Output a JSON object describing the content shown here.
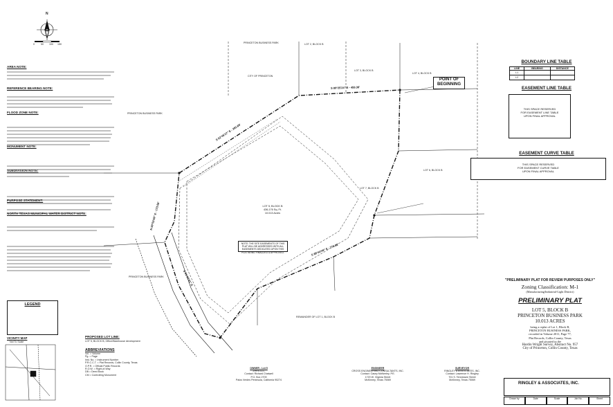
{
  "north_arrow": {
    "label": "N",
    "scale_labels": [
      "0",
      "50",
      "100",
      "150"
    ]
  },
  "notes": {
    "area_note": {
      "title": "AREA NOTE:"
    },
    "reference_bearing": {
      "title": "REFERENCE BEARING NOTE:"
    },
    "flood_zone": {
      "title": "FLOOD ZONE NOTE:"
    },
    "monument": {
      "title": "MONUMENT NOTE:"
    },
    "subdivision": {
      "title": "SUBDIVISION NOTE:"
    },
    "purpose": {
      "title": "PURPOSE STATEMENT:"
    },
    "ntmwd": {
      "title": "NORTH TEXAS MUNICIPAL WATER DISTRICT NOTE:"
    }
  },
  "legend": {
    "title": "LEGEND"
  },
  "vicinity_map": {
    "title": "VICINITY MAP",
    "subtitle": "Not To Scale"
  },
  "proposed_lot_line": {
    "title": "PROPOSED LOT LINE:",
    "text": "LOT 5, BLOCK B; Office/Warehouse development"
  },
  "abbreviations": {
    "title": "ABBREVIATIONS",
    "items": [
      "Vol. = Volume",
      "Pg. = Page",
      "Inst. No. = Instrument Number",
      "P.R.C.C.T. = Plat Records, Collin County, Texas",
      "O.P.R. = Official Public Records",
      "R.O.W. = Right-of-Way",
      "DB = Deed Book",
      "CM = Controlling Monument"
    ]
  },
  "boundary_line_table": {
    "title": "BOUNDARY LINE TABLE",
    "headers": [
      "LINE",
      "BEARING",
      "DISTANCE"
    ],
    "rows": [
      [
        "L1",
        "",
        ""
      ],
      [
        "L2",
        "",
        ""
      ]
    ]
  },
  "easement_line_table": {
    "title": "EASEMENT LINE TABLE",
    "reserved": [
      "THIS SPACE RESERVED",
      "FOR EASEMENT LINE TABLE",
      "UPON FINAL APPROVAL"
    ]
  },
  "easement_curve_table": {
    "title": "EASEMENT CURVE TABLE",
    "reserved": [
      "THIS SPACE RESERVED",
      "FOR EASEMENT CURVE TABLE",
      "UPON FINAL APPROVAL"
    ]
  },
  "pob": {
    "line1": "POINT OF",
    "line2": "BEGINNING"
  },
  "lot_label": {
    "name": "LOT 5, BLOCK B",
    "sqft": "436,176 Sq. Ft.",
    "acres": "10.013 Acres"
  },
  "bearings": {
    "north": "S 89°25'24\" E - 459.36'",
    "northwest": "S 52°45'27\" E - 282.69'",
    "southeast": "S 88°44'49\" E - 773.82'",
    "southwest": "N 00°53'49\" E - 173.58'",
    "road": "S 01°06'41\" E"
  },
  "plat_note": "NOTE: THE SITE EASEMENTS OF THIS PLAT WILL BE ADDRESSED WITH ALL EASEMENTS DEDICATED UPON THIS PLAT BEING FINALIZED & APPROVED.",
  "title_block": {
    "review_note": "\"PRELIMINARY PLAT FOR REVIEW PURPOSES ONLY\"",
    "zoning": "Zoning Classification: M-1",
    "zoning_sub": "(Manufacturing/Industrial-Light District)",
    "main_title": "PRELIMINARY PLAT",
    "lot": "LOT 5, BLOCK B",
    "park": "PRINCETON BUSINESS PARK",
    "acres": "10.013 ACRES",
    "desc1": "being a replat of Lot 1, Block B,",
    "desc2": "PRINCETON BUSINESS PARK,",
    "desc3": "recorded in Volume 2011, Page 77,",
    "desc4": "Plat Records, Collin County, Texas",
    "desc5": "and situated in the",
    "survey": "Hardin Wright Survey, Abstract No. 957",
    "city": "City of Princeton, Collin County, Texas"
  },
  "contacts": {
    "owner": {
      "title": "OWNER - Lot 5",
      "lines": [
        "ZHRS LLC",
        "Contact: Richard Chatwell",
        "P.O. Box 2709",
        "Palos Verdes Peninsula, California 90274"
      ]
    },
    "engineer": {
      "title": "ENGINEER",
      "lines": [
        "CROSS ENGINEERING CONSULTANTS, INC.",
        "Contact: Casey McNeeley, P.E.",
        "1720 W. Virginia Street",
        "McKinney, Texas 75069"
      ]
    },
    "surveyor": {
      "title": "SURVEYOR",
      "lines": [
        "RINGLEY & ASSOCIATES, INC.",
        "Contact: Lawrence H. Ringley",
        "701 S. Tennessee Street",
        "McKinney, Texas 75069"
      ]
    }
  },
  "firm": {
    "name": "RINGLEY & ASSOCIATES, INC."
  },
  "footer": {
    "cells": [
      "Drawn by",
      "Date",
      "Scale",
      "Job No.",
      "Sheet"
    ]
  },
  "adjoiners": {
    "princeton_north": "PRINCETON BUSINESS PARK",
    "city_princeton": "CITY OF PRINCETON",
    "lot2": "LOT 2, BLOCK B",
    "lot3": "LOT 3, BLOCK B",
    "lot4": "LOT 4, BLOCK B",
    "lot6": "LOT 6, BLOCK B",
    "lot7": "LOT 7, BLOCK B",
    "remainder": "REMAINDER OF LOT 1, BLOCK B"
  }
}
